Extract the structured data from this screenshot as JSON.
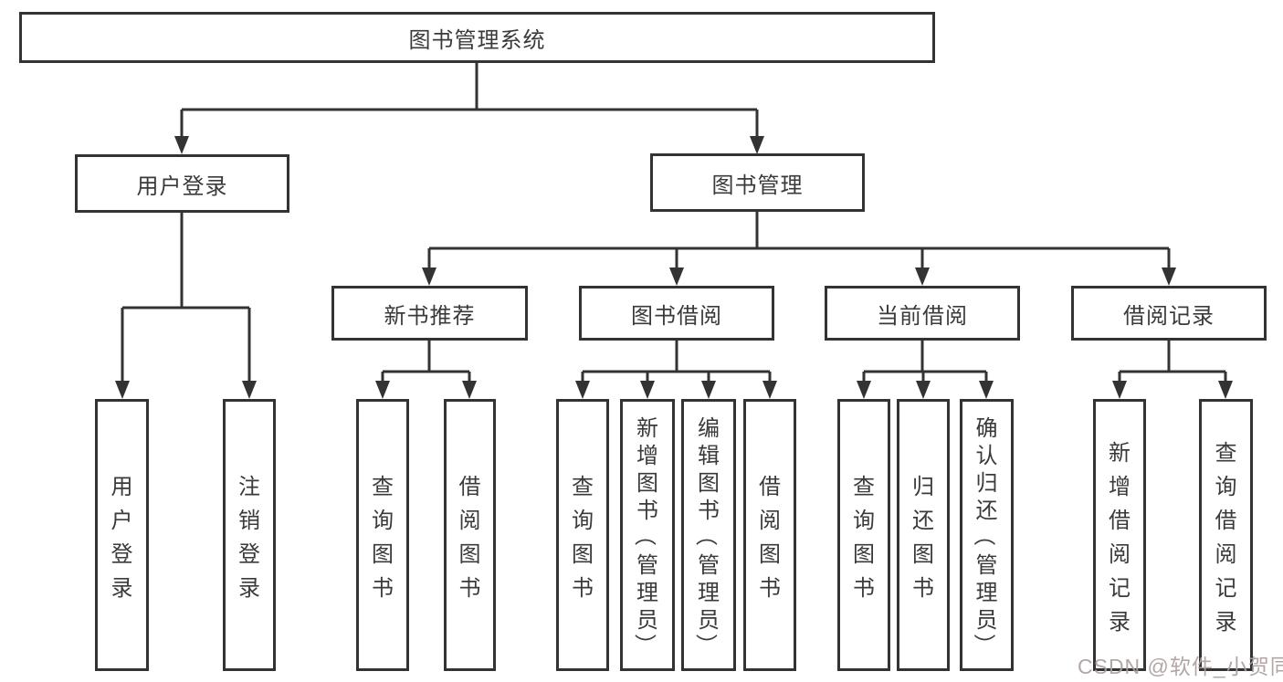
{
  "tree": {
    "root": {
      "label": "图书管理系统"
    },
    "branches": [
      {
        "label": "用户登录",
        "children": [
          {
            "label": "用户登录"
          },
          {
            "label": "注销登录"
          }
        ]
      },
      {
        "label": "图书管理",
        "children": [
          {
            "label": "新书推荐",
            "children": [
              {
                "label": "查询图书"
              },
              {
                "label": "借阅图书"
              }
            ]
          },
          {
            "label": "图书借阅",
            "children": [
              {
                "label": "查询图书"
              },
              {
                "label": "新增图书（管理员）"
              },
              {
                "label": "编辑图书（管理员）"
              },
              {
                "label": "借阅图书"
              }
            ]
          },
          {
            "label": "当前借阅",
            "children": [
              {
                "label": "查询图书"
              },
              {
                "label": "归还图书"
              },
              {
                "label": "确认归还（管理员）"
              }
            ]
          },
          {
            "label": "借阅记录",
            "children": [
              {
                "label": "新增借阅记录"
              },
              {
                "label": "查询借阅记录"
              }
            ]
          }
        ]
      }
    ]
  },
  "watermark": {
    "text": "CSDN @软件_小贺同学"
  },
  "colors": {
    "line": "#333333",
    "box_border": "#333333",
    "text": "#3a3a3a",
    "background": "#ffffff",
    "watermark": "#ac9e9e"
  }
}
